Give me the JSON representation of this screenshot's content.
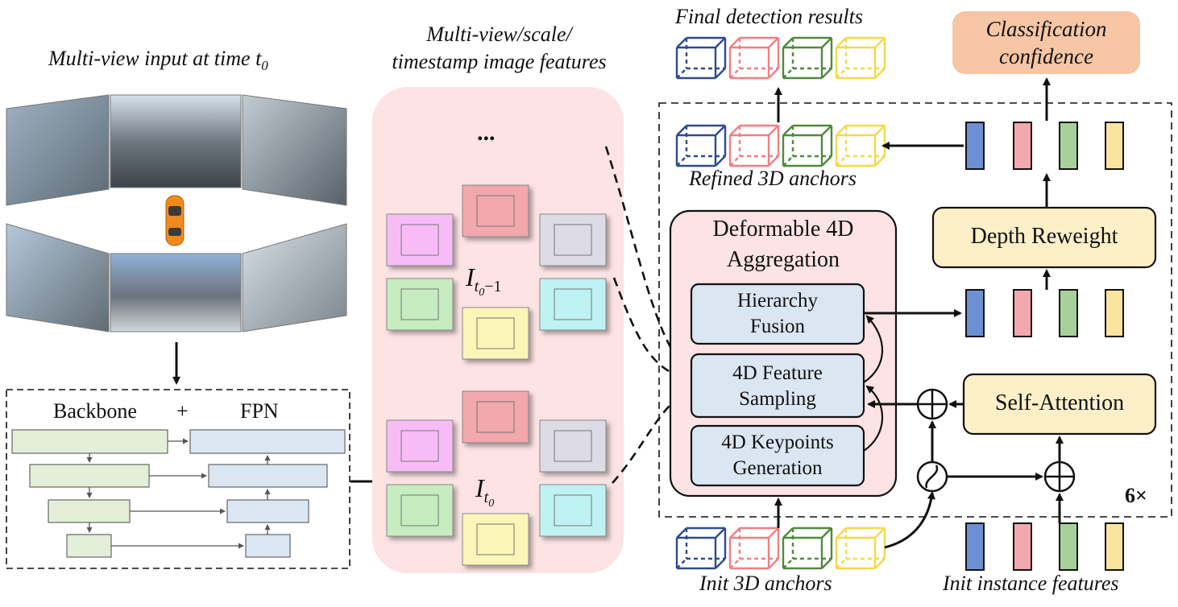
{
  "title_multiview_input": "Multi-view input at time t",
  "title_multiview_input_sub": "0",
  "title_features_line1": "Multi-view/scale/",
  "title_features_line2": "timestamp image features",
  "ellipsis": "...",
  "frame_prev_label": "I",
  "frame_prev_sub": "t",
  "frame_prev_subsub": "0",
  "frame_prev_suffix": "−1",
  "frame_cur_label": "I",
  "frame_cur_sub": "t",
  "frame_cur_subsub": "0",
  "backbone_label": "Backbone",
  "plus_label": "+",
  "fpn_label": "FPN",
  "final_results_label": "Final detection results",
  "classification_line1": "Classification",
  "classification_line2": "confidence",
  "refined_anchors_label": "Refined 3D anchors",
  "deformable_line1": "Deformable 4D",
  "deformable_line2": "Aggregation",
  "hierarchy_line1": "Hierarchy",
  "hierarchy_line2": "Fusion",
  "sampling_line1": "4D Feature",
  "sampling_line2": "Sampling",
  "keypoints_line1": "4D Keypoints",
  "keypoints_line2": "Generation",
  "depth_reweight_label": "Depth Reweight",
  "self_attention_label": "Self-Attention",
  "repeat_label": "6×",
  "init_anchors_label": "Init 3D anchors",
  "init_features_label": "Init instance features",
  "colors": {
    "blue": "#2e4a8f",
    "red": "#ef7f83",
    "green": "#4e8a3a",
    "yellow": "#f5d84a",
    "feat_blue": "#6d8fd4",
    "feat_red": "#f2a8ad",
    "feat_green": "#a6d29a",
    "feat_yellow": "#fbe3a0",
    "panel_pink": "#fde3e4",
    "module_blue": "#dbe6f3",
    "module_yellow": "#fdefc8",
    "class_orange": "#f6c6a5"
  }
}
